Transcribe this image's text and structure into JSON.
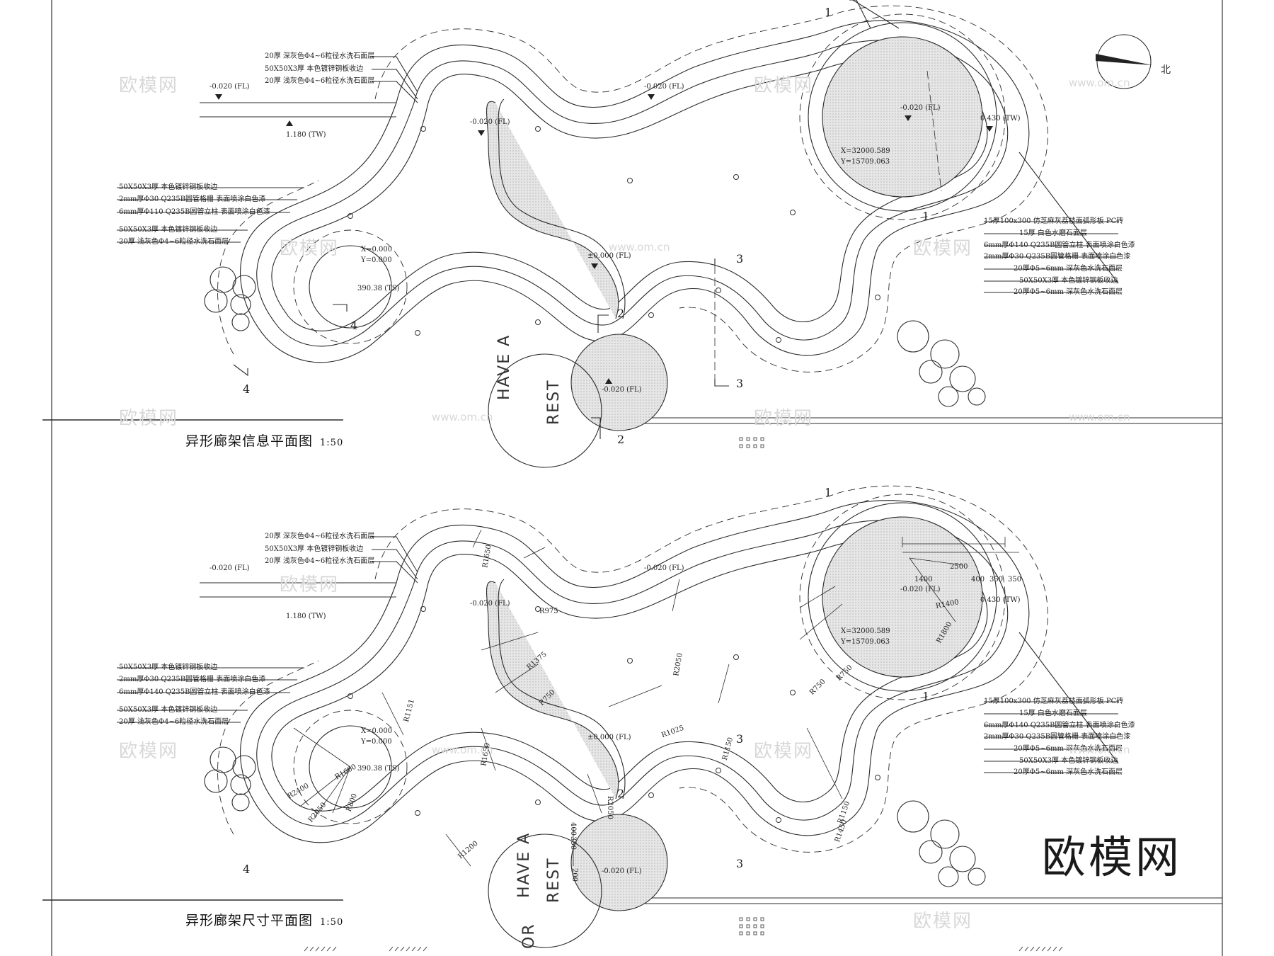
{
  "plans": [
    {
      "title": "异形廊架信息平面图",
      "scale": "1:50",
      "notes_left_top": [
        "20厚  深灰色Φ4~6粒径水洗石面层",
        "50X50X3厚 本色镀锌钢板收边",
        "20厚  浅灰色Φ4~6粒径水洗石面层"
      ],
      "notes_left_mid": [
        "50X50X3厚 本色镀锌钢板收边",
        "2mm厚Φ30 Q235B圆管格栅 表面喷涂白色漆",
        "6mm厚Φ110 Q235B圆管立柱 表面喷涂白色漆",
        "50X50X3厚 本色镀锌钢板收边",
        "20厚  浅灰色Φ4~6粒径水洗石面层"
      ],
      "notes_right": [
        "15厚100x300 仿芝麻灰荔枝面弧形板 PC砖",
        "15厚 白色水磨石面层",
        "6mm厚Φ140 Q235B圆管立柱 表面喷涂白色漆",
        "2mm厚Φ30 Q235B圆管格栅 表面喷涂白色漆",
        "20厚Φ5~6mm 深灰色水洗石面层",
        "50X50X3厚 本色镀锌钢板收边",
        "20厚Φ5~6mm 深灰色水洗石面层"
      ],
      "levels": [
        "-0.020 (FL)",
        "1.180 (TW)",
        "-0.020 (FL)",
        "-0.020 (FL)",
        "-0.020 (FL)",
        "0.430 (TW)",
        "±0.000 (FL)",
        "-0.020 (FL)",
        "390.38 (TS)"
      ],
      "coords_left": [
        "X=0.000",
        "Y=0.000"
      ],
      "coords_right": [
        "X=32000.589",
        "Y=15709.063"
      ],
      "sections": [
        "1",
        "1",
        "2",
        "2",
        "3",
        "3",
        "4",
        "4"
      ]
    },
    {
      "title": "异形廊架尺寸平面图",
      "scale": "1:50",
      "notes_left_top": [
        "20厚  深灰色Φ4~6粒径水洗石面层",
        "50X50X3厚 本色镀锌钢板收边",
        "20厚  浅灰色Φ4~6粒径水洗石面层"
      ],
      "notes_left_mid": [
        "50X50X3厚 本色镀锌钢板收边",
        "2mm厚Φ30 Q235B圆管格栅 表面喷涂白色漆",
        "6mm厚Φ140 Q235B圆管立柱 表面喷涂白色漆",
        "50X50X3厚 本色镀锌钢板收边",
        "20厚  浅灰色Φ4~6粒径水洗石面层"
      ],
      "notes_right": [
        "15厚100x300 仿芝麻灰荔枝面弧形板 PC砖",
        "15厚 白色水磨石面层",
        "6mm厚Φ140 Q235B圆管立柱 表面喷涂白色漆",
        "2mm厚Φ30 Q235B圆管格栅 表面喷涂白色漆",
        "20厚Φ5~6mm 深灰色水洗石面层",
        "50X50X3厚 本色镀锌钢板收边",
        "20厚Φ5~6mm 深灰色水洗石面层"
      ],
      "levels": [
        "-0.020 (FL)",
        "1.180 (TW)",
        "-0.020 (FL)",
        "-0.020 (FL)",
        "-0.020 (FL)",
        "0.430 (TW)",
        "±0.000 (FL)",
        "-0.020 (FL)",
        "390.38 (TS)"
      ],
      "coords_left": [
        "X=0.000",
        "Y=0.000"
      ],
      "coords_right": [
        "X=32000.589",
        "Y=15709.063"
      ],
      "dims": [
        "R1650",
        "R975",
        "R1375",
        "R2050",
        "R750",
        "R750",
        "R750",
        "R1151",
        "R1025",
        "R1650",
        "R1150",
        "R2400",
        "R1600",
        "R2050",
        "R800",
        "R1200",
        "R1450",
        "R2050",
        "R1150",
        "R1400",
        "R1800",
        "2500",
        "1400",
        "400",
        "350",
        "350",
        "350",
        "400",
        "200"
      ],
      "sections": [
        "1",
        "1",
        "2",
        "3",
        "3",
        "4"
      ]
    }
  ],
  "site_text": [
    "HAVE A",
    "REST",
    "OR"
  ],
  "north_label": "北",
  "brand_logo": "欧模网",
  "watermark": "欧模网",
  "watermark_url": "www.om.cn",
  "colors": {
    "line": "#2b2b2b",
    "hatch": "#d9d9d9",
    "watermark": "#d8d8d8"
  }
}
